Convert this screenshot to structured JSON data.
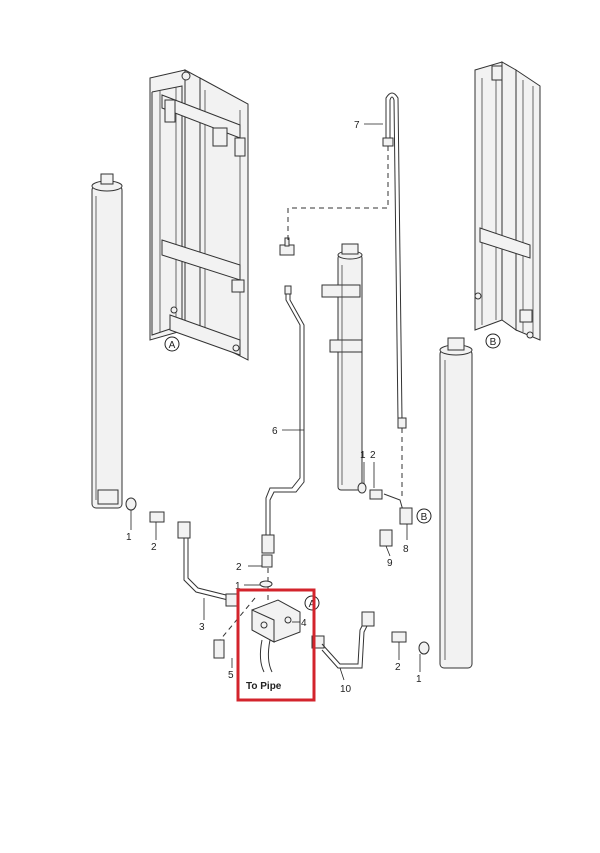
{
  "diagram": {
    "callouts": {
      "A": "A",
      "B": "B"
    },
    "labels": {
      "n1_left": "1",
      "n2_left": "2",
      "n3": "3",
      "n2_center": "2",
      "n1_center": "1",
      "n4": "4",
      "n5": "5",
      "n6": "6",
      "n7": "7",
      "n1_right_upper": "1",
      "n2_right_upper": "2",
      "n8": "8",
      "n9": "9",
      "n10": "10",
      "n2_right_lower": "2",
      "n1_right_lower": "1"
    },
    "detail_note": "To Pipe",
    "highlight_color": "#d3242c"
  }
}
